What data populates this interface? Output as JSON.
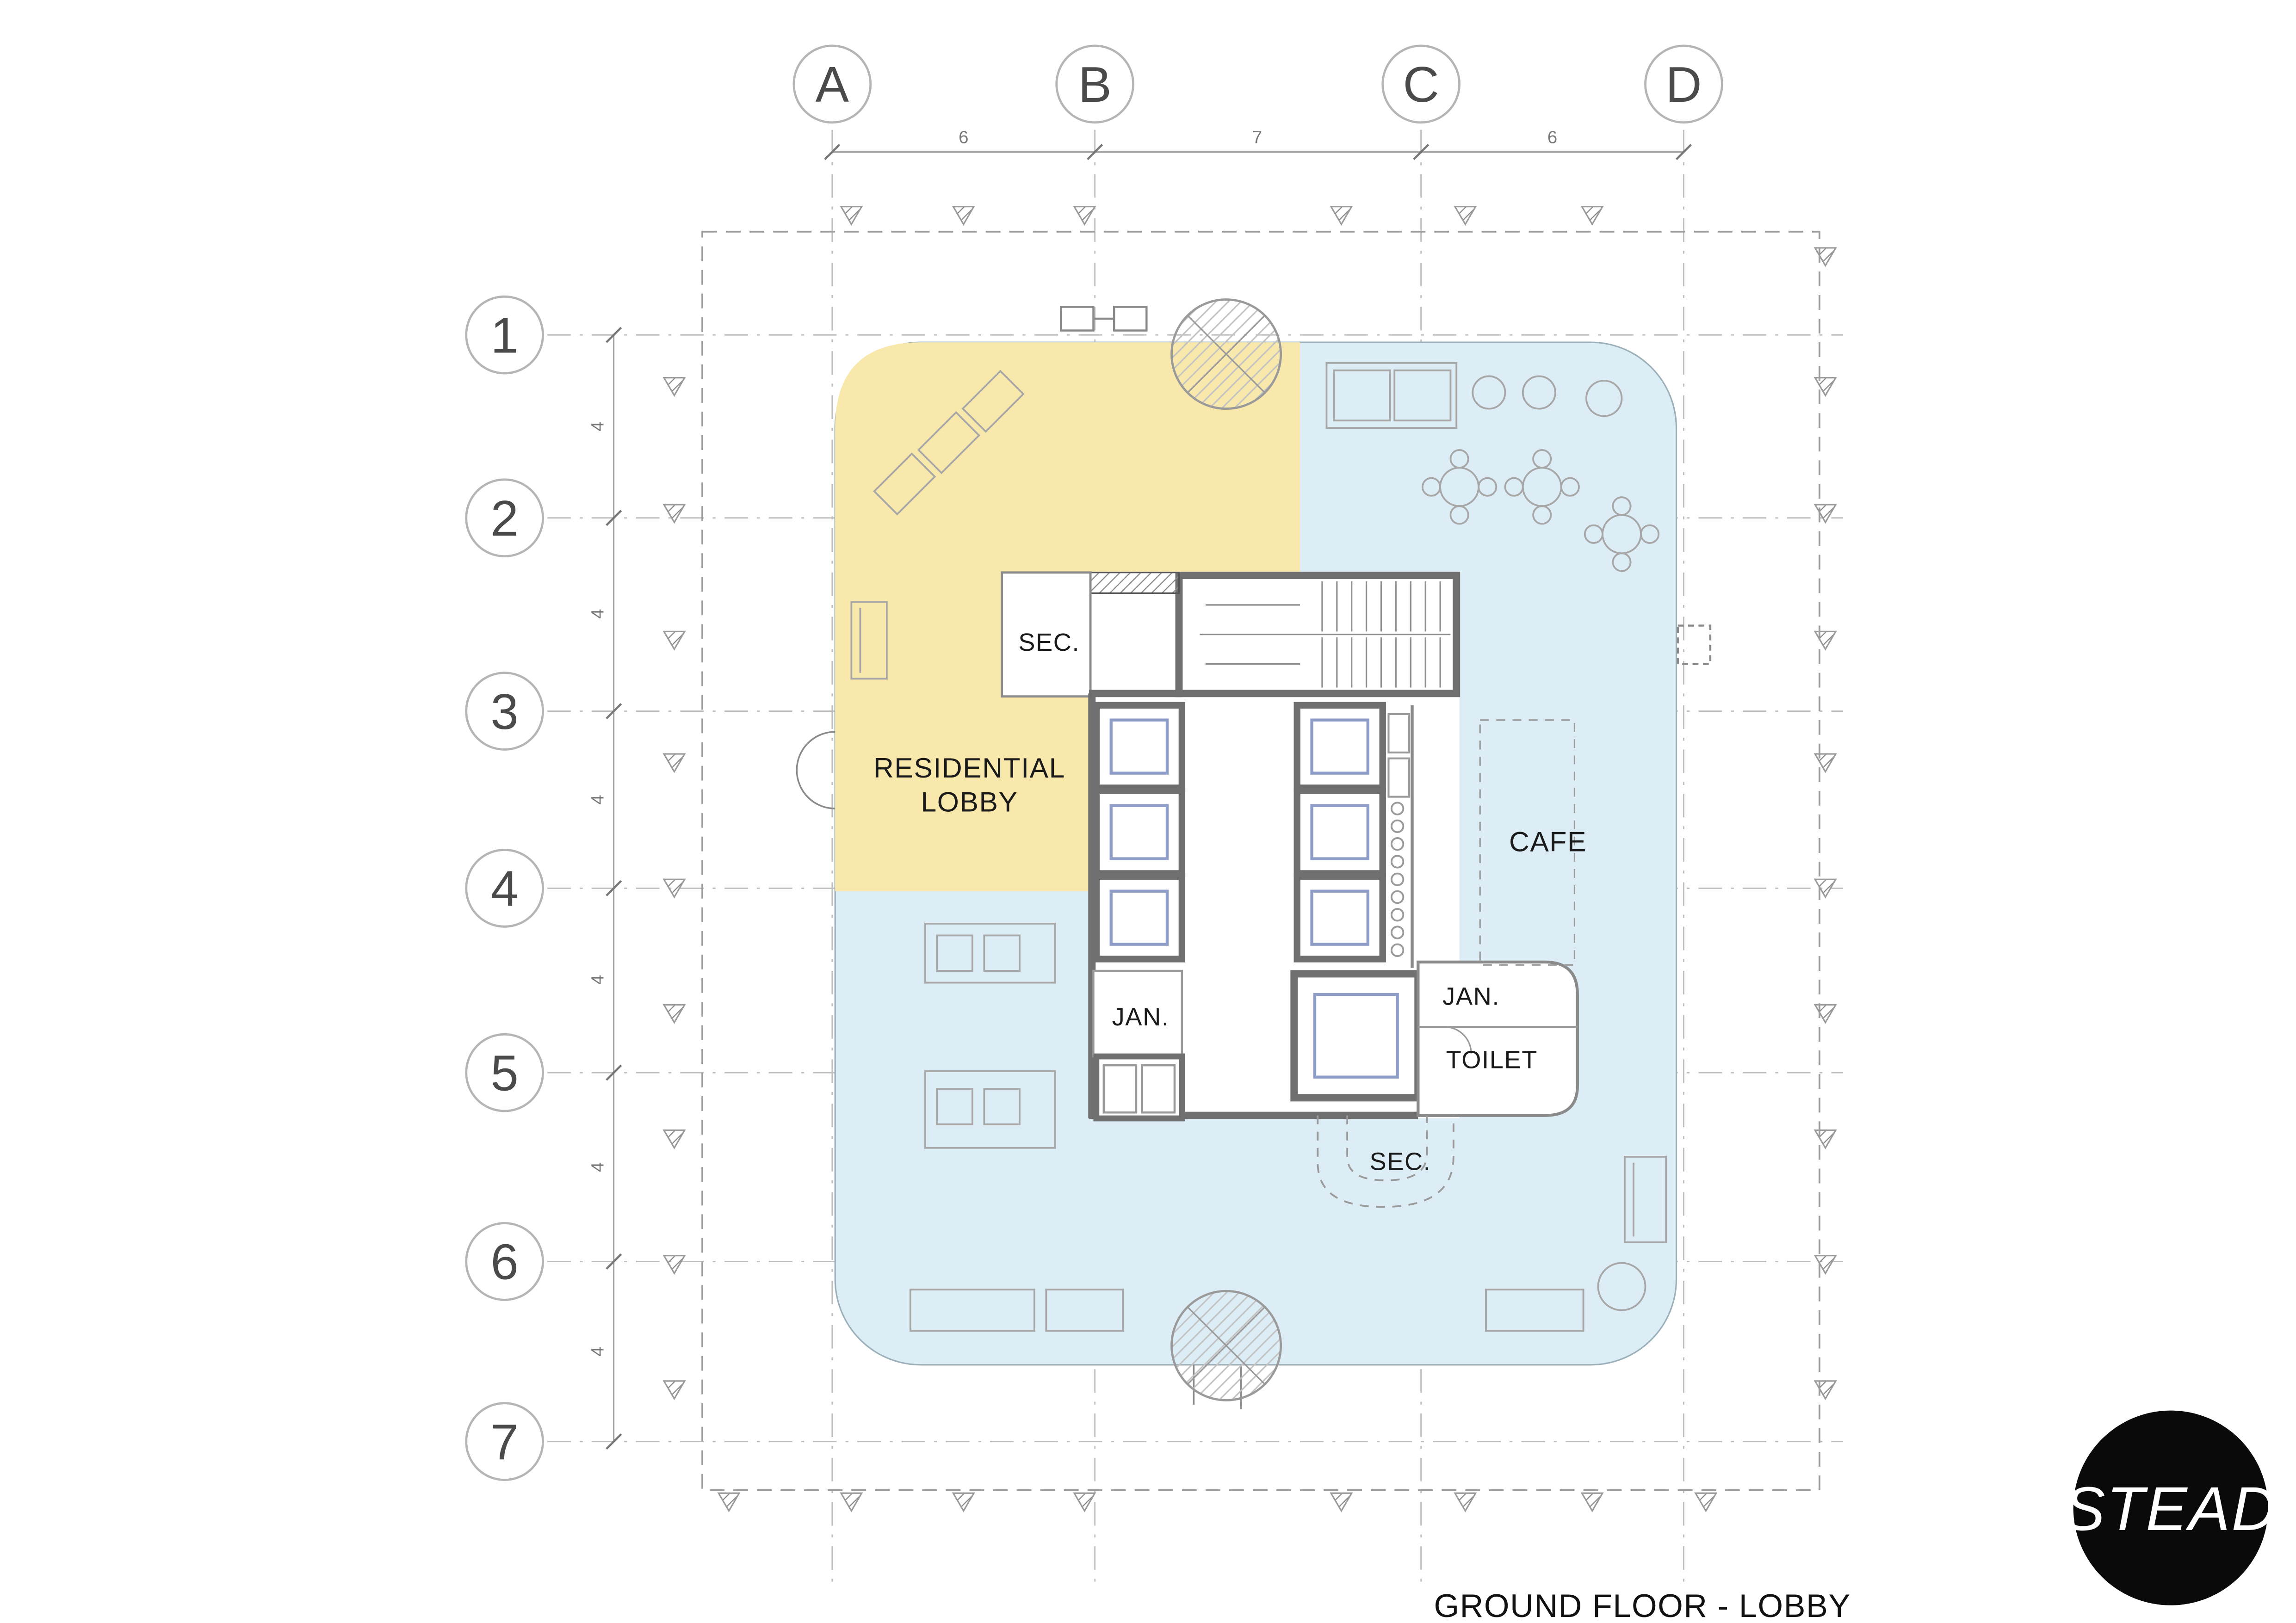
{
  "title": "GROUND FLOOR - LOBBY",
  "logo": {
    "text": "STEAD"
  },
  "grid": {
    "columns": [
      "A",
      "B",
      "C",
      "D"
    ],
    "rows": [
      "1",
      "2",
      "3",
      "4",
      "5",
      "6",
      "7"
    ],
    "top_dims": [
      "6",
      "7",
      "6"
    ],
    "left_dims": [
      "4",
      "4",
      "4",
      "4",
      "4",
      "4"
    ]
  },
  "rooms": {
    "sec_upper": "SEC.",
    "residential_line1": "RESIDENTIAL",
    "residential_line2": "LOBBY",
    "cafe": "CAFE",
    "jan_left": "JAN.",
    "jan_right": "JAN.",
    "toilet": "TOILET",
    "sec_lower": "SEC."
  },
  "colors": {
    "residential_highlight": "#f8e8ac",
    "public_highlight": "#dcedf6",
    "wall": "#6f6f6f",
    "elevator_cab": "#8e9cc8"
  }
}
